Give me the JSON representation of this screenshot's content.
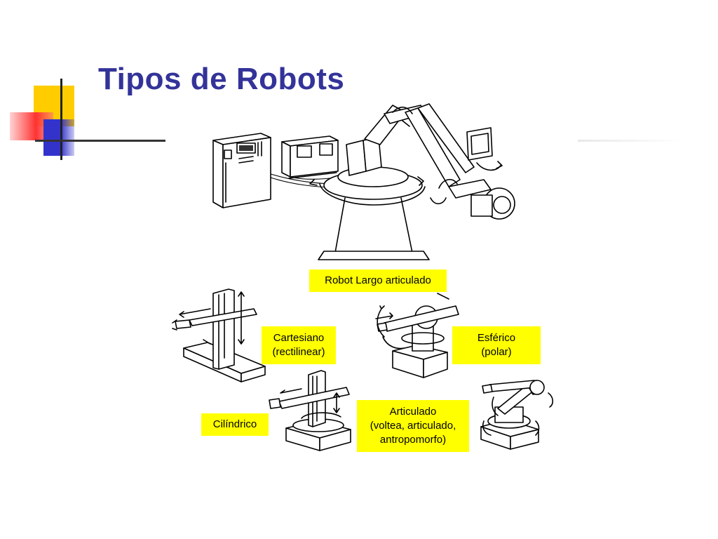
{
  "slide": {
    "title": "Tipos de Robots"
  },
  "labels": {
    "robot_largo": "Robot Largo articulado",
    "cartesiano_1": "Cartesiano",
    "cartesiano_2": "(rectilinear)",
    "esferico_1": "Esférico",
    "esferico_2": "(polar)",
    "cilindrico": "Cilíndrico",
    "articulado_1": "Articulado",
    "articulado_2": "(voltea, articulado,",
    "articulado_3": "antropomorfo)"
  },
  "colors": {
    "title": "#333399",
    "label_bg": "#ffff00",
    "deco_yellow": "#ffcc00",
    "deco_blue": "#3333cc",
    "deco_red": "#ff3333"
  }
}
